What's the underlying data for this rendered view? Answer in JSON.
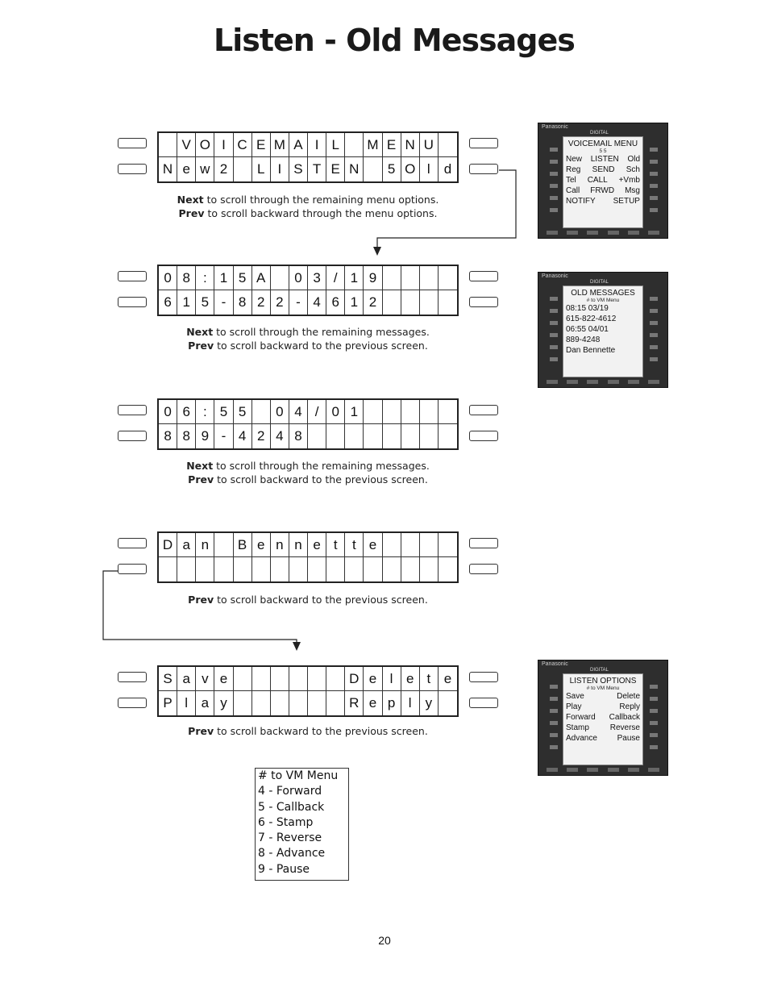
{
  "title": "Listen - Old Messages",
  "screens": [
    {
      "row1": [
        "",
        "V",
        "O",
        "I",
        "C",
        "E",
        "M",
        "A",
        "I",
        "L",
        "",
        "M",
        "E",
        "N",
        "U",
        ""
      ],
      "row2": [
        "N",
        "e",
        "w",
        "2",
        "",
        "L",
        "I",
        "S",
        "T",
        "E",
        "N",
        "",
        "5",
        "O",
        "l",
        "d"
      ]
    },
    {
      "row1": [
        "0",
        "8",
        ":",
        "1",
        "5",
        "A",
        "",
        "0",
        "3",
        "/",
        "1",
        "9",
        "",
        "",
        "",
        ""
      ],
      "row2": [
        "6",
        "1",
        "5",
        "-",
        "8",
        "2",
        "2",
        "-",
        "4",
        "6",
        "1",
        "2",
        "",
        "",
        "",
        ""
      ]
    },
    {
      "row1": [
        "0",
        "6",
        ":",
        "5",
        "5",
        "",
        "0",
        "4",
        "/",
        "0",
        "1",
        "",
        "",
        "",
        "",
        ""
      ],
      "row2": [
        "8",
        "8",
        "9",
        "-",
        "4",
        "2",
        "4",
        "8",
        "",
        "",
        "",
        "",
        "",
        "",
        "",
        ""
      ]
    },
    {
      "row1": [
        "D",
        "a",
        "n",
        "",
        "B",
        "e",
        "n",
        "n",
        "e",
        "t",
        "t",
        "e",
        "",
        "",
        "",
        ""
      ],
      "row2": [
        "",
        "",
        "",
        "",
        "",
        "",
        "",
        "",
        "",
        "",
        "",
        "",
        "",
        "",
        "",
        ""
      ]
    },
    {
      "row1": [
        "S",
        "a",
        "v",
        "e",
        "",
        "",
        "",
        "",
        "",
        "",
        "D",
        "e",
        "l",
        "e",
        "t",
        "e"
      ],
      "row2": [
        "P",
        "l",
        "a",
        "y",
        "",
        "",
        "",
        "",
        "",
        "",
        "R",
        "e",
        "p",
        "l",
        "y",
        ""
      ]
    }
  ],
  "notes": [
    {
      "l1b": "Next",
      "l1": " to scroll through the remaining menu options.",
      "l2b": "Prev",
      "l2": " to scroll backward through the menu options."
    },
    {
      "l1b": "Next",
      "l1": " to scroll through the remaining messages.",
      "l2b": "Prev",
      "l2": " to scroll backward to the previous screen."
    },
    {
      "l1b": "Next",
      "l1": " to scroll through the remaining messages.",
      "l2b": "Prev",
      "l2": " to scroll backward to the previous screen."
    },
    {
      "l1b": "Prev",
      "l1": " to scroll backward to the previous screen."
    },
    {
      "l1b": "Prev",
      "l1": " to scroll backward to the previous screen."
    }
  ],
  "phones": [
    {
      "brand": "Panasonic",
      "digital": "DIGITAL",
      "heading": "VOICEMAIL MENU",
      "sub": "5                   5",
      "lines": [
        [
          "New",
          "LISTEN",
          "Old"
        ],
        [
          "Reg",
          "SEND",
          "Sch"
        ],
        [
          "Tel",
          "CALL",
          "+Vmb"
        ],
        [
          "Call",
          "FRWD",
          "Msg"
        ],
        [
          "NOTIFY",
          "",
          "SETUP"
        ]
      ]
    },
    {
      "brand": "Panasonic",
      "digital": "DIGITAL",
      "heading": "OLD MESSAGES",
      "sub": "# to VM Menu",
      "lines": [
        [
          "08:15 03/19"
        ],
        [
          "615-822-4612"
        ],
        [
          "06:55 04/01"
        ],
        [
          "889-4248"
        ],
        [
          "Dan Bennette"
        ]
      ]
    },
    {
      "brand": "Panasonic",
      "digital": "DIGITAL",
      "heading": "LISTEN OPTIONS",
      "sub": "# to VM Menu",
      "lines": [
        [
          "Save",
          "Delete"
        ],
        [
          "Play",
          "Reply"
        ],
        [
          "Forward",
          "Callback"
        ],
        [
          "Stamp",
          "Reverse"
        ],
        [
          "Advance",
          "Pause"
        ]
      ]
    }
  ],
  "legend": [
    "#  to VM Menu",
    "4 - Forward",
    "5 - Callback",
    "6 - Stamp",
    "7 - Reverse",
    "8 - Advance",
    "9 - Pause"
  ],
  "page_number": "20"
}
